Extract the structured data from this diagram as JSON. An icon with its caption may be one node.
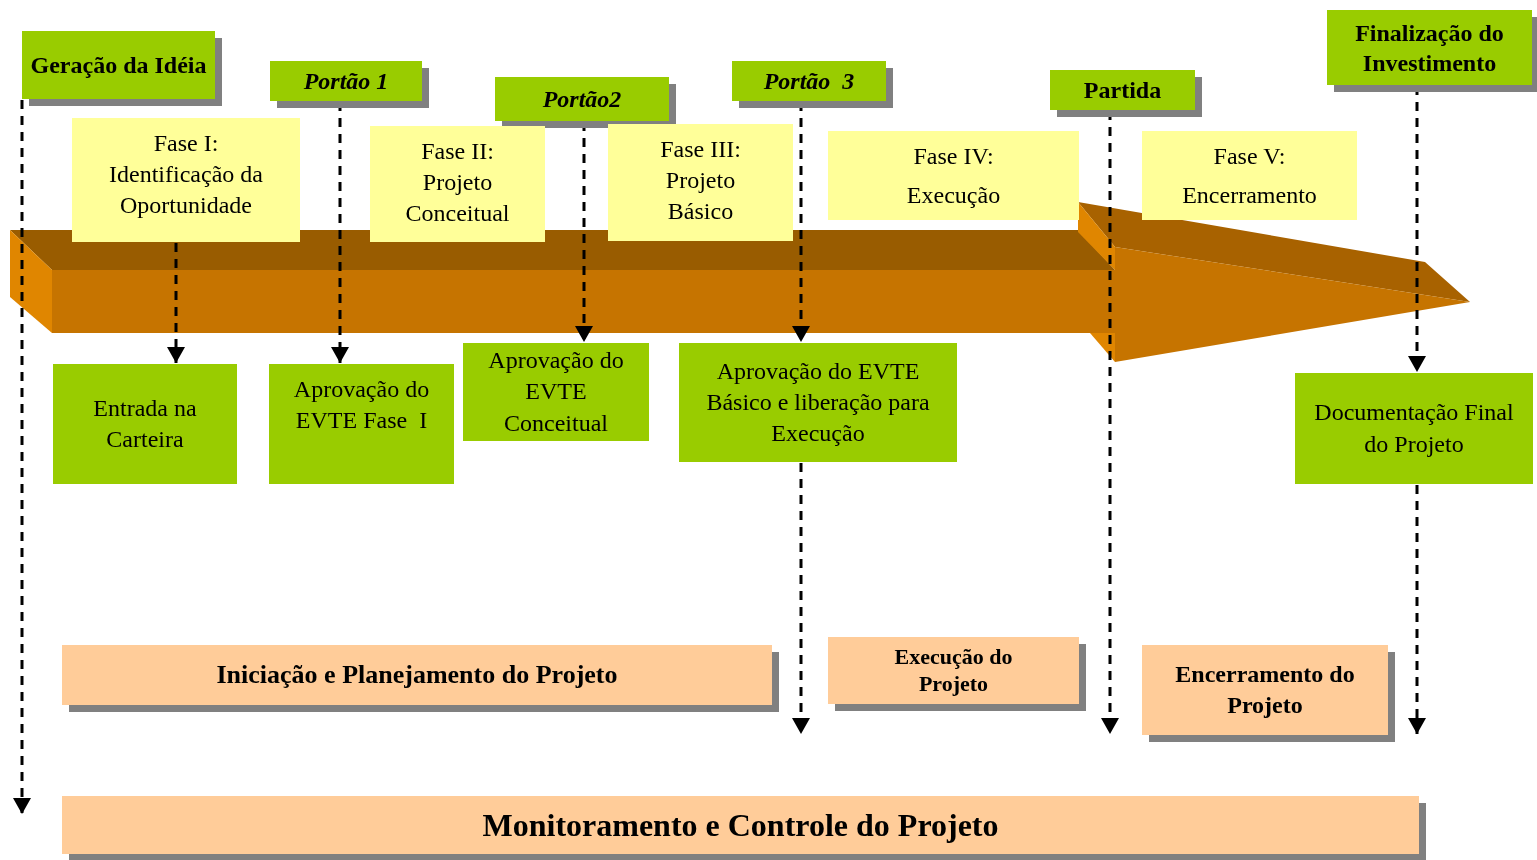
{
  "diagram": {
    "nodes": [
      {
        "text": [
          "Geração da Idéia"
        ]
      },
      {
        "text": [
          "Portão 1"
        ]
      },
      {
        "text": [
          "Portão2"
        ]
      },
      {
        "text": [
          "Portão  3"
        ]
      },
      {
        "text": [
          "Partida"
        ]
      },
      {
        "text": [
          "Finalização do Investimento"
        ]
      },
      {
        "text": [
          "Fase I: Identificação da Oportunidade"
        ]
      },
      {
        "text": [
          "Fase II: Projeto Conceitual"
        ]
      },
      {
        "text": [
          "Fase III: Projeto Básico"
        ]
      },
      {
        "text": [
          "Fase IV: Execução"
        ]
      },
      {
        "text": [
          "Fase V: Encerramento"
        ]
      },
      {
        "text": [
          "Entrada na Carteira"
        ]
      },
      {
        "text": [
          "Aprovação do EVTE Fase  I"
        ]
      },
      {
        "text": [
          "Aprovação do EVTE Conceitual"
        ]
      },
      {
        "text": [
          "Aprovação do EVTE Básico e liberação para Execução"
        ]
      },
      {
        "text": [
          "Documentação Final do Projeto"
        ]
      },
      {
        "text": [
          "Iniciação e Planejamento do Projeto"
        ]
      },
      {
        "text": [
          "Execução do Projeto"
        ]
      },
      {
        "text": [
          "Encerramento do Projeto"
        ]
      },
      {
        "text": [
          "Monitoramento e Controle do Projeto"
        ]
      }
    ],
    "edges": [
      {
        "from": 0,
        "to": 19,
        "arrow": "to",
        "style": "dashed"
      },
      {
        "from": 6,
        "to": 11,
        "arrow": "to",
        "style": "dashed"
      },
      {
        "from": 1,
        "to": 12,
        "arrow": "to",
        "style": "dashed"
      },
      {
        "from": 2,
        "to": 13,
        "arrow": "to",
        "style": "dashed"
      },
      {
        "from": 3,
        "to": 14,
        "arrow": "to",
        "style": "dashed"
      },
      {
        "from": 14,
        "to": 17,
        "arrow": "to",
        "style": "dashed"
      },
      {
        "from": 4,
        "to": 18,
        "arrow": "to",
        "style": "dashed"
      },
      {
        "from": 5,
        "to": 15,
        "arrow": "to",
        "style": "dashed"
      },
      {
        "from": 15,
        "to": 18,
        "arrow": "to",
        "style": "dashed"
      }
    ]
  }
}
